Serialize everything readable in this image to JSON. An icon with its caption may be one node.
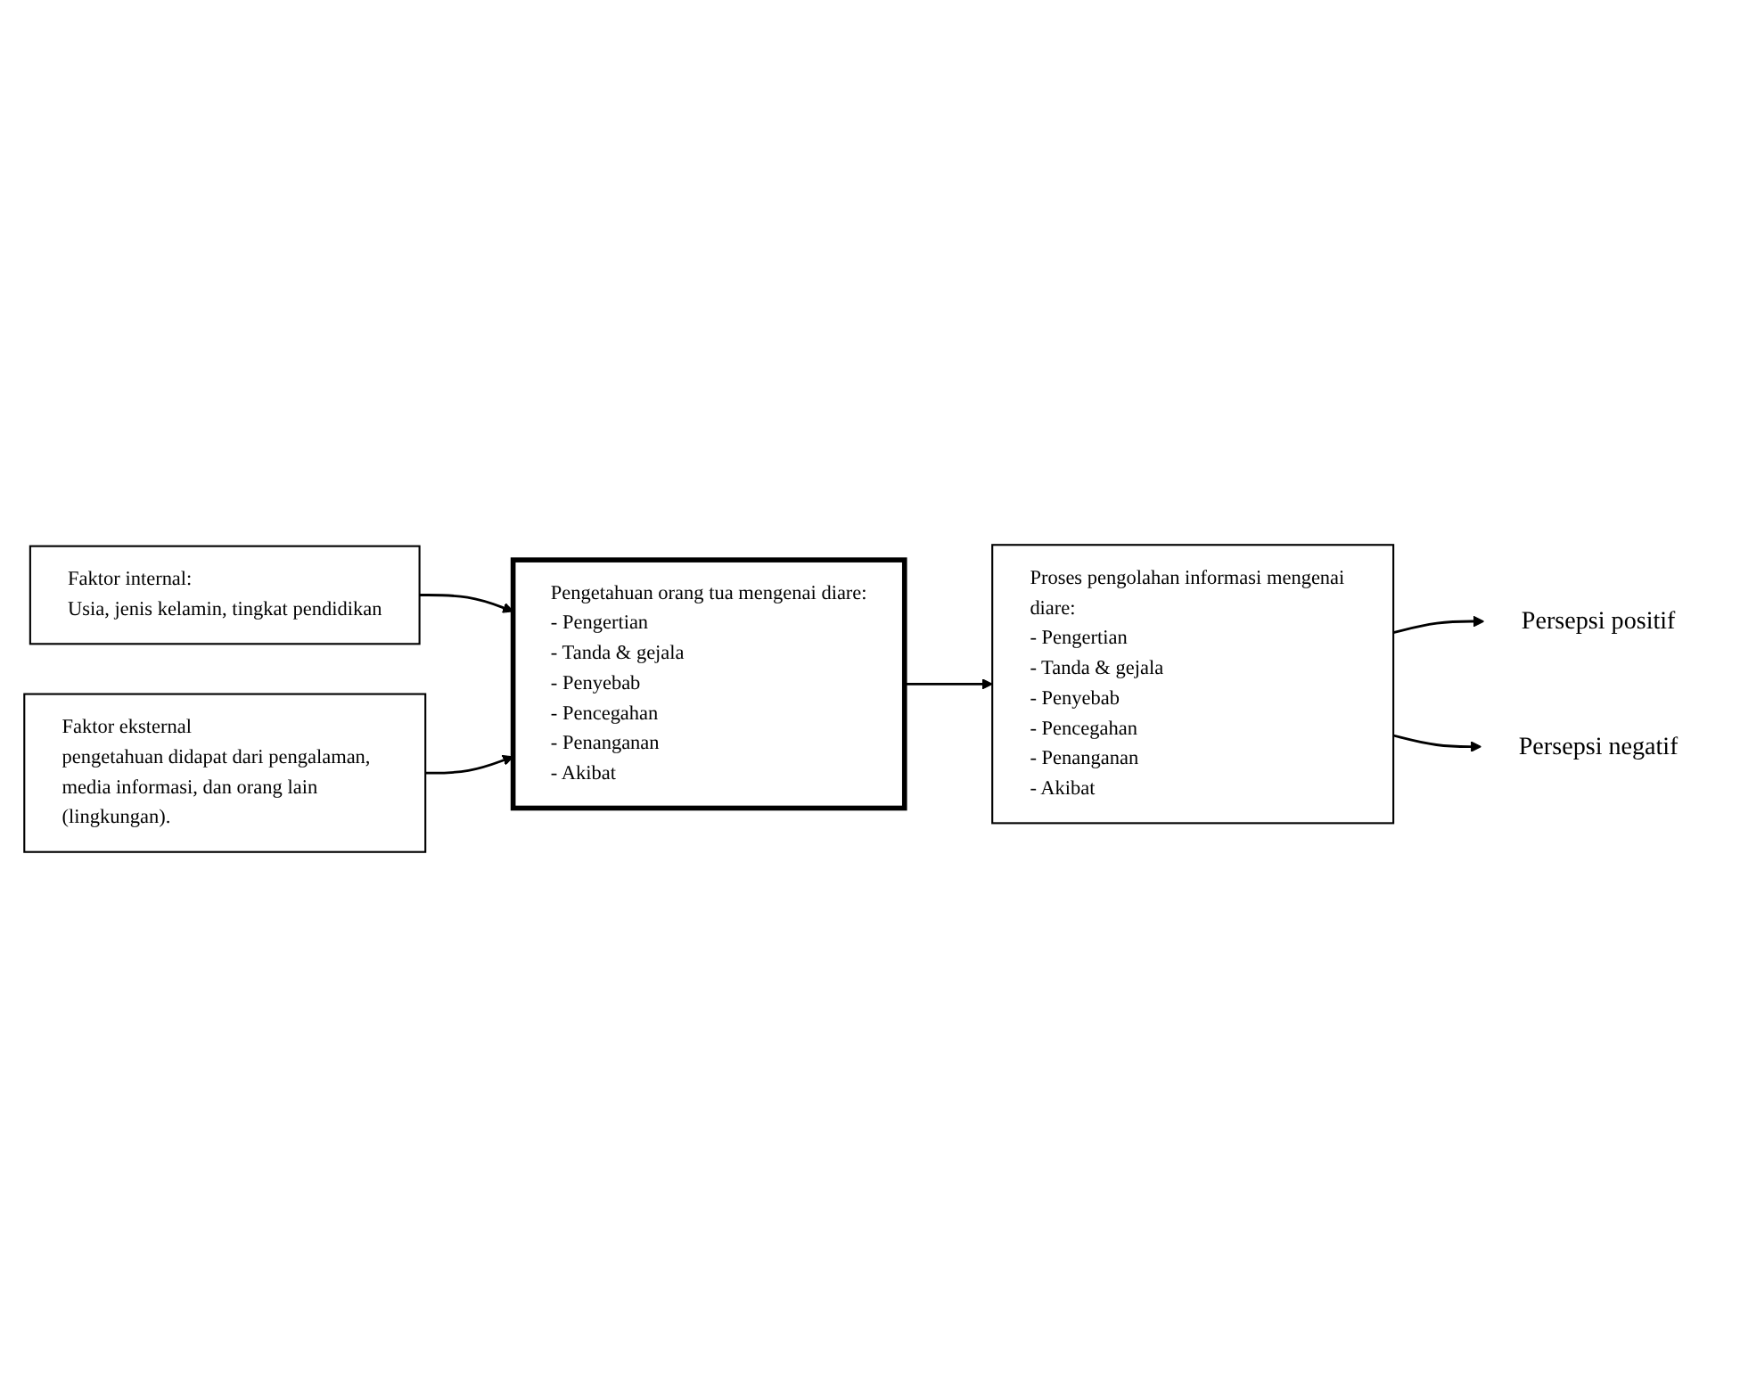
{
  "diagram": {
    "nodes": [
      {
        "text": [
          "Faktor internal:",
          "Usia, jenis kelamin, tingkat pendidikan"
        ]
      },
      {
        "text": [
          "Faktor eksternal",
          "pengetahuan didapat dari pengalaman, media informasi, dan orang lain (lingkungan)."
        ]
      },
      {
        "text": [
          "Pengetahuan orang tua mengenai diare:",
          "- Pengertian",
          "- Tanda & gejala",
          "- Penyebab",
          "- Pencegahan",
          "- Penanganan",
          "- Akibat"
        ]
      },
      {
        "text": [
          "Proses pengolahan informasi mengenai diare:",
          "- Pengertian",
          "- Tanda & gejala",
          "- Penyebab",
          "- Pencegahan",
          "- Penanganan",
          "- Akibat"
        ]
      },
      {
        "text": [
          "Persepsi positif"
        ]
      },
      {
        "text": [
          "Persepsi negatif"
        ]
      }
    ],
    "edges": [
      {
        "from": 0,
        "to": 2,
        "arrow": "to"
      },
      {
        "from": 1,
        "to": 2,
        "arrow": "to"
      },
      {
        "from": 2,
        "to": 3,
        "arrow": "to"
      },
      {
        "from": 3,
        "to": 4,
        "arrow": "to"
      },
      {
        "from": 3,
        "to": 5,
        "arrow": "to"
      }
    ]
  }
}
